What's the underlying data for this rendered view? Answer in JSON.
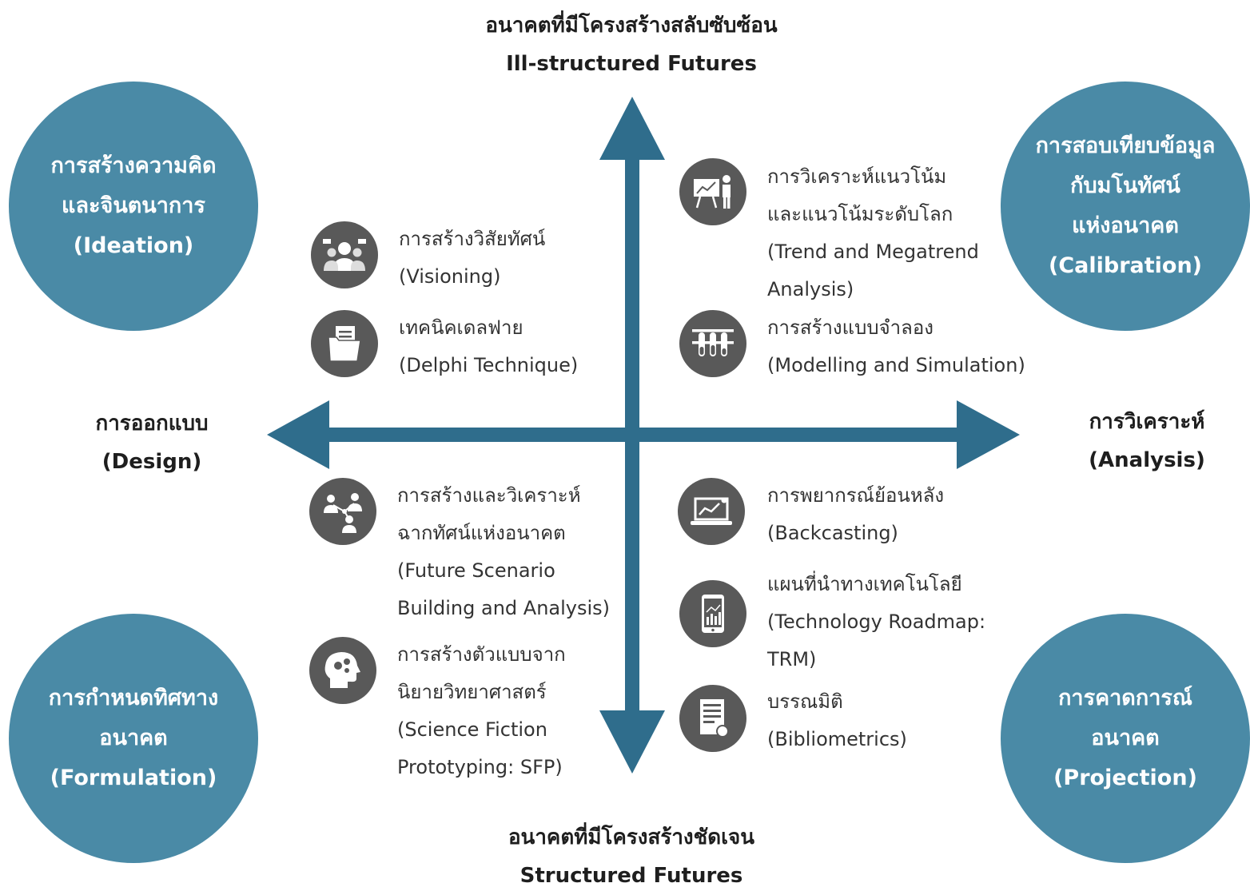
{
  "colors": {
    "accent": "#2f6d8c",
    "circle": "#4a8aa6",
    "icon": "#595959"
  },
  "axes": {
    "top": {
      "line1": "อนาคตที่มีโครงสร้างสลับซับซ้อน",
      "line2": "Ill-structured Futures"
    },
    "bottom": {
      "line1": "อนาคตที่มีโครงสร้างชัดเจน",
      "line2": "Structured Futures"
    },
    "left": {
      "line1": "การออกแบบ",
      "line2": "(Design)"
    },
    "right": {
      "line1": "การวิเคราะห์",
      "line2": "(Analysis)"
    }
  },
  "corners": {
    "top_left": {
      "lines": [
        "การสร้างความคิด",
        "และจินตนาการ",
        "(Ideation)"
      ]
    },
    "top_right": {
      "lines": [
        "การสอบเทียบข้อมูล",
        "กับมโนทัศน์",
        "แห่งอนาคต",
        "(Calibration)"
      ]
    },
    "bottom_left": {
      "lines": [
        "การกำหนดทิศทาง",
        "อนาคต",
        "(Formulation)"
      ]
    },
    "bottom_right": {
      "lines": [
        "การคาดการณ์",
        "อนาคต",
        "(Projection)"
      ]
    }
  },
  "items": [
    {
      "icon": "people-icon",
      "lines": [
        "การสร้างวิสัยทัศน์",
        "(Visioning)"
      ]
    },
    {
      "icon": "folder-icon",
      "lines": [
        "เทคนิคเดลฟาย",
        "(Delphi Technique)"
      ]
    },
    {
      "icon": "presentation-icon",
      "lines": [
        "การวิเคราะห์แนวโน้ม",
        "และแนวโน้มระดับโลก",
        "(Trend and Megatrend",
        "Analysis)"
      ]
    },
    {
      "icon": "test-tubes-icon",
      "lines": [
        "การสร้างแบบจำลอง",
        "(Modelling and Simulation)"
      ]
    },
    {
      "icon": "network-icon",
      "lines": [
        "การสร้างและวิเคราะห์",
        "ฉากทัศน์แห่งอนาคต",
        "(Future Scenario",
        "Building and Analysis)"
      ]
    },
    {
      "icon": "head-gears-icon",
      "lines": [
        "การสร้างตัวแบบจาก",
        "นิยายวิทยาศาสตร์",
        "(Science Fiction",
        "Prototyping: SFP)"
      ]
    },
    {
      "icon": "laptop-chart-icon",
      "lines": [
        "การพยากรณ์ย้อนหลัง",
        "(Backcasting)"
      ]
    },
    {
      "icon": "tablet-chart-icon",
      "lines": [
        "แผนที่นำทางเทคโนโลยี",
        "(Technology Roadmap:",
        "TRM)"
      ]
    },
    {
      "icon": "document-icon",
      "lines": [
        "บรรณมิติ",
        "(Bibliometrics)"
      ]
    }
  ]
}
